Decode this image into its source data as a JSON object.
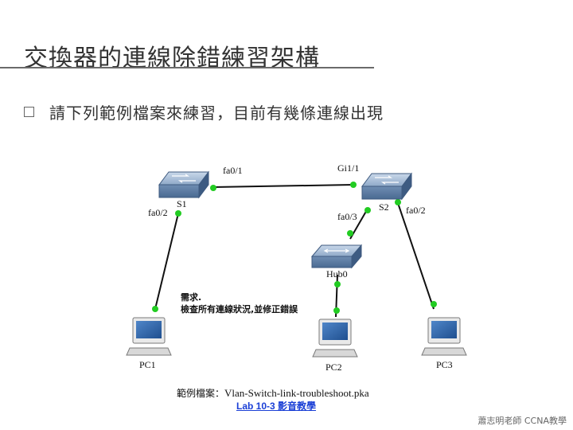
{
  "slide": {
    "title": "交換器的連線除錯練習架構",
    "bullet": "請下列範例檔案來練習，目前有幾條連線出現",
    "footer": "蕭志明老師 CCNA教學"
  },
  "diagram": {
    "devices": {
      "s1": "S1",
      "s2": "S2",
      "hub": "Hub0",
      "pc1": "PC1",
      "pc2": "PC2",
      "pc3": "PC3"
    },
    "ports": {
      "s1_fa01": "fa0/1",
      "s1_fa02": "fa0/2",
      "s2_gi11": "Gi1/1",
      "s2_fa03": "fa0/3",
      "s2_fa02": "fa0/2"
    },
    "note_line1": "需求.",
    "note_line2": "檢查所有連線狀況,並修正錯誤"
  },
  "file": {
    "label": "範例檔案：",
    "name": "Vlan-Switch-link-troubleshoot.pka",
    "link": "Lab 10-3 影音教學"
  },
  "colors": {
    "link_up": "#22cc22",
    "switch_blue": "#5b7fa8"
  }
}
